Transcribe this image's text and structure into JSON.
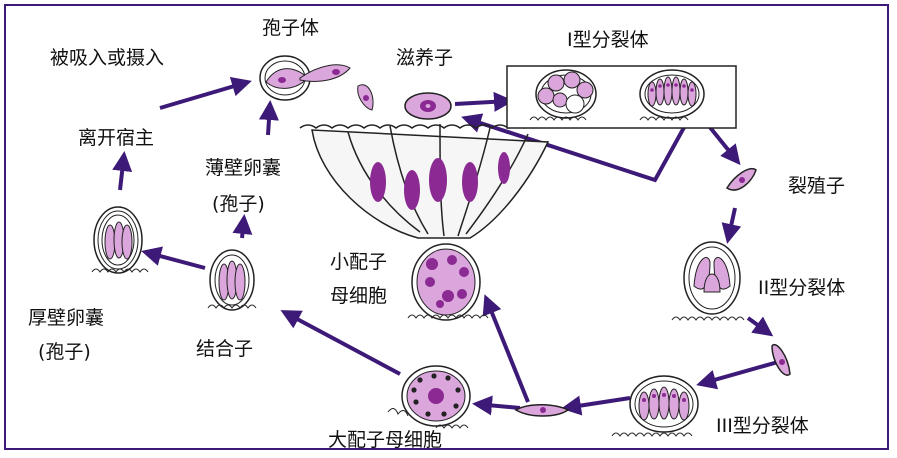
{
  "labels": {
    "infection": "被吸入或摄入",
    "sporozoite": "孢子体",
    "trophozoite": "滋养子",
    "schizont_1": "I型分裂体",
    "merozoite": "裂殖子",
    "schizont_2": "II型分裂体",
    "schizont_3": "III型分裂体",
    "macrogamont": "大配子母细胞",
    "microgamont_line1": "小配子",
    "microgamont_line2": "母细胞",
    "zygote": "结合子",
    "thin_oocyst_line1": "薄壁卵囊",
    "thin_oocyst_line2": "(孢子)",
    "thick_oocyst_line1": "厚壁卵囊",
    "thick_oocyst_line2": "(孢子)",
    "leave_host": "离开宿主"
  },
  "colors": {
    "arrow": "#3d1a78",
    "cell_fill": "#dba6dc",
    "nucleus": "#8a2a92",
    "outline": "#222222",
    "frame": "#3d1a78"
  }
}
